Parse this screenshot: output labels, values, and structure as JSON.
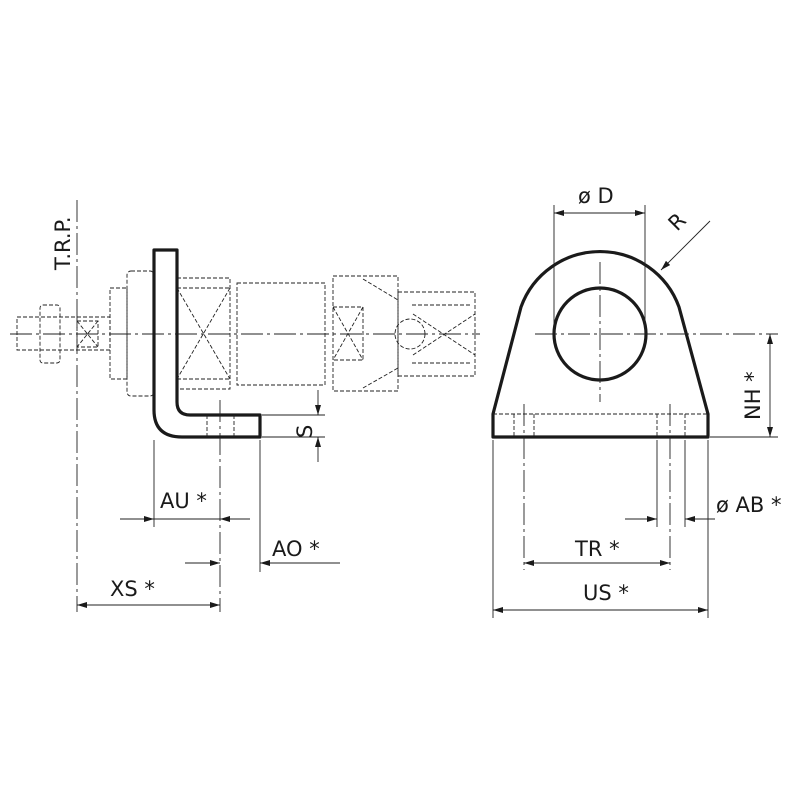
{
  "drawing": {
    "labels": {
      "trp": "T.R.P.",
      "s": "S",
      "au": "AU *",
      "ao": "AO *",
      "xs": "XS *",
      "d": "ø D",
      "r": "R",
      "nh": "NH *",
      "ab": "ø AB *",
      "tr": "TR *",
      "us": "US *"
    },
    "colors": {
      "line": "#1a1a1a",
      "background": "#ffffff"
    }
  }
}
